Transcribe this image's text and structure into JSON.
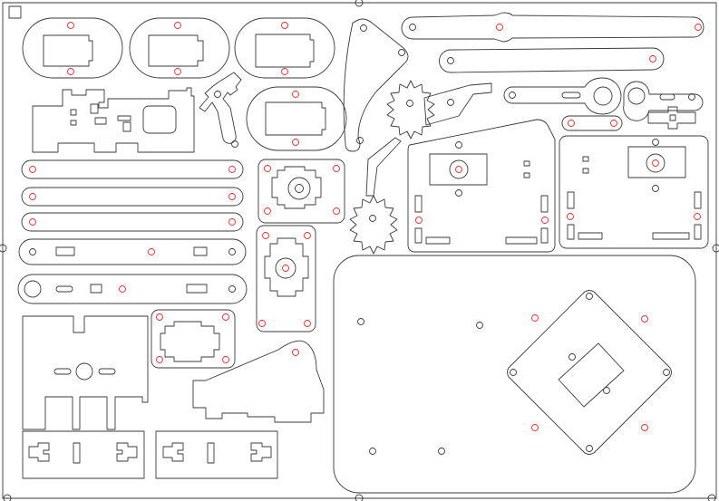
{
  "sheet": {
    "cut_color": "#3a3a3a",
    "mark_color": "#ee2a2a",
    "background": "#ffffff"
  },
  "parts": [
    {
      "id": "servo-frame-1"
    },
    {
      "id": "servo-frame-2"
    },
    {
      "id": "servo-frame-3"
    },
    {
      "id": "servo-frame-4"
    },
    {
      "id": "servo-bracket-a"
    },
    {
      "id": "servo-bracket-b"
    },
    {
      "id": "base-plate"
    },
    {
      "id": "gear-large"
    },
    {
      "id": "gear-small"
    },
    {
      "id": "main-board-a"
    },
    {
      "id": "main-board-b"
    }
  ]
}
